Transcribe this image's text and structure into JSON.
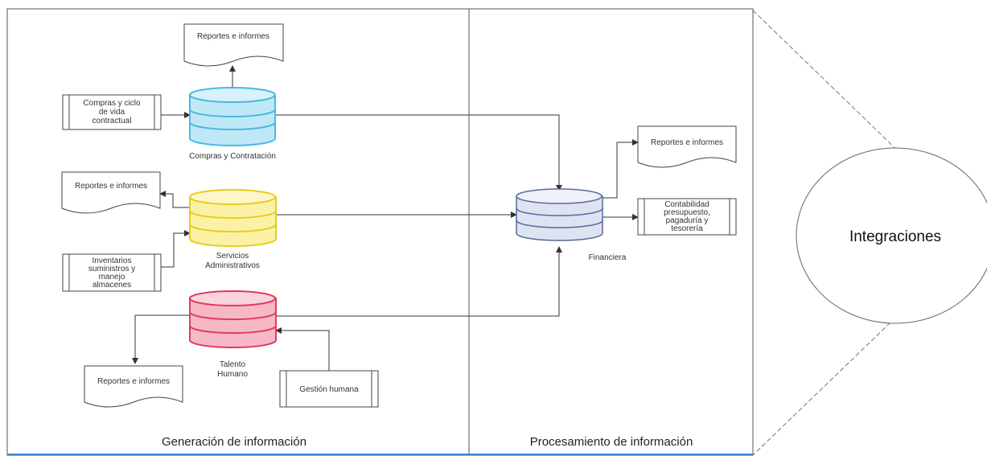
{
  "sections": {
    "generation": "Generación de información",
    "processing": "Procesamiento de información"
  },
  "integrations": "Integraciones",
  "databases": {
    "compras": {
      "label": "Compras y Contratación",
      "color": "#4ab8e0",
      "fill": "#bfe8f7"
    },
    "servicios": {
      "label_line1": "Servicios",
      "label_line2": "Administrativos",
      "color": "#e8cc1c",
      "fill": "#fbf1a6"
    },
    "talento": {
      "label_line1": "Talento",
      "label_line2": "Humano",
      "color": "#e03a5c",
      "fill": "#f7b8c6"
    },
    "financiera": {
      "label": "Financiera",
      "color": "#5a6a9a",
      "fill": "#dde3f1"
    }
  },
  "documents": {
    "reportes_compras": "Reportes e informes",
    "reportes_servicios": "Reportes e informes",
    "reportes_talento": "Reportes e informes",
    "reportes_financiera": "Reportes e informes"
  },
  "processes": {
    "compras_ciclo": {
      "line1": "Compras y ciclo",
      "line2": "de vida",
      "line3": "contractual"
    },
    "inventarios": {
      "line1": "Inventarios",
      "line2": "suministros y",
      "line3": "manejo",
      "line4": "almacenes"
    },
    "gestion_humana": "Gestión humana",
    "contabilidad": {
      "line1": "Contabilidad",
      "line2": "presupuesto,",
      "line3": "pagaduría y",
      "line4": "tesorería"
    }
  }
}
